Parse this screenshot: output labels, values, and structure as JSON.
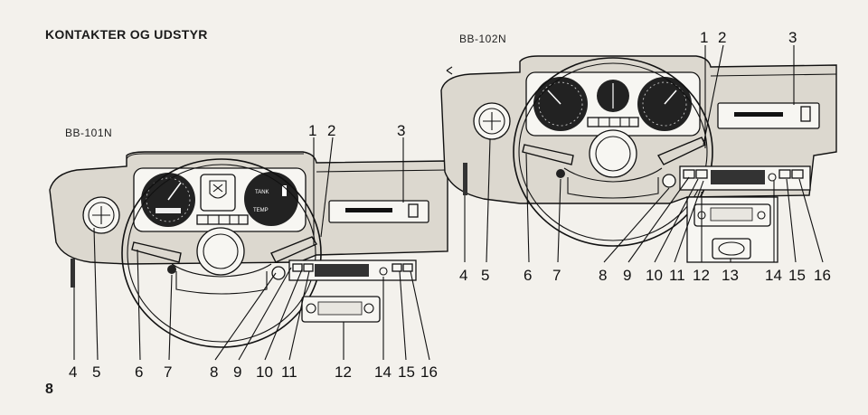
{
  "page": {
    "title": "KONTAKTER OG UDSTYR",
    "page_number": "8"
  },
  "left_diagram": {
    "model": "BB-101N",
    "callouts": [
      "1",
      "2",
      "3",
      "4",
      "5",
      "6",
      "7",
      "8",
      "9",
      "10",
      "11",
      "12",
      "14",
      "15",
      "16"
    ]
  },
  "right_diagram": {
    "model": "BB-102N",
    "callouts": [
      "1",
      "2",
      "3",
      "4",
      "5",
      "6",
      "7",
      "8",
      "9",
      "10",
      "11",
      "12",
      "13",
      "14",
      "15",
      "16"
    ]
  }
}
